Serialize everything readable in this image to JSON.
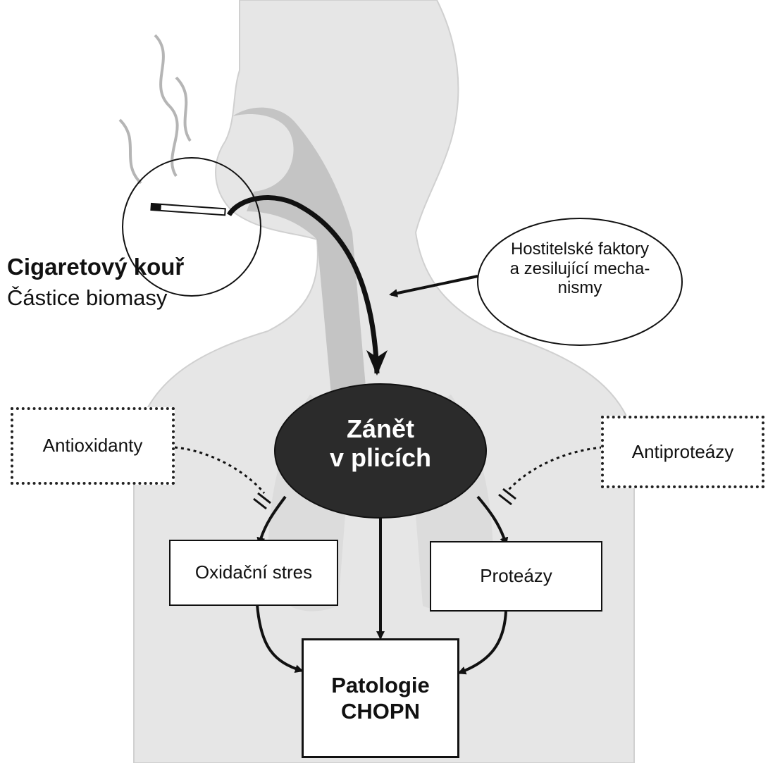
{
  "labels": {
    "smoke_title": "Cigaretový kouř",
    "smoke_subtitle": "Částice biomasy",
    "host_factors_line1": "Hostitelské faktory",
    "host_factors_line2": "a zesilující mecha-",
    "host_factors_line3": "nismy",
    "inflammation_line1": "Zánět",
    "inflammation_line2": "v plicích",
    "antioxidants": "Antioxidanty",
    "antiproteases": "Antiproteázy",
    "oxidative_stress": "Oxidační stres",
    "proteases": "Proteázy",
    "pathology_line1": "Patologie",
    "pathology_line2": "CHOPN"
  },
  "colors": {
    "body_silhouette": "#e4e4e4",
    "airway": "#bdbdbd",
    "inflammation_fill": "#2b2b2b",
    "ink": "#111111"
  }
}
